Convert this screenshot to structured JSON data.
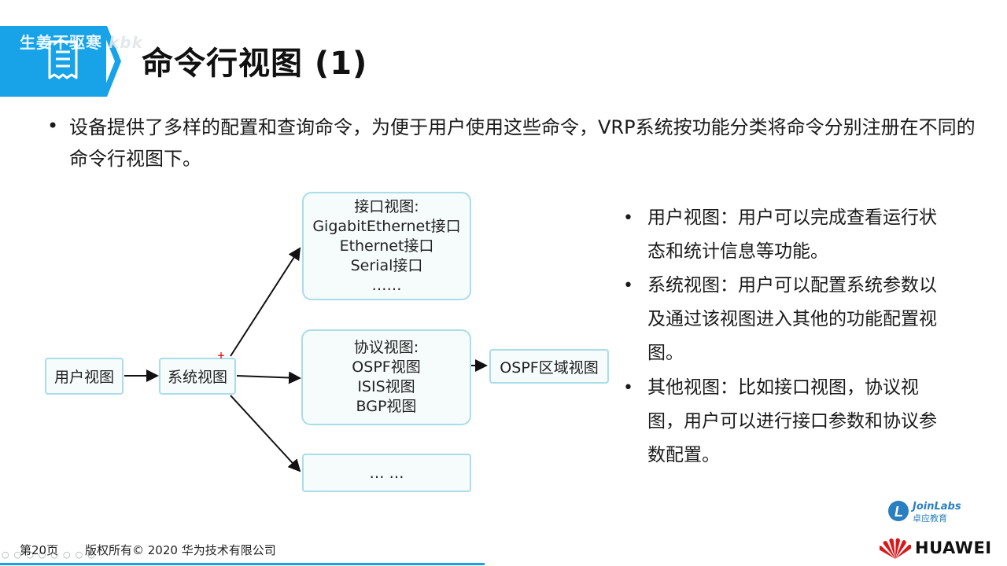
{
  "header": {
    "watermark": "生姜不驱寒",
    "watermark_extra": "kbk",
    "title": "命令行视图 (1)",
    "accent_color": "#18a3e8"
  },
  "intro": {
    "text": "设备提供了多样的配置和查询命令，为便于用户使用这些命令，VRP系统按功能分类将命令分别注册在不同的命令行视图下。"
  },
  "diagram": {
    "user_view": "用户视图",
    "system_view": "系统视图",
    "interface_view": {
      "lines": [
        "接口视图:",
        "GigabitEthernet接口",
        "Ethernet接口",
        "Serial接口",
        "……"
      ]
    },
    "protocol_view": {
      "lines": [
        "协议视图:",
        "OSPF视图",
        "ISIS视图",
        "BGP视图"
      ]
    },
    "more_view": "… …",
    "ospf_area_view": "OSPF区域视图",
    "box_border_color": "#a9dde8"
  },
  "bullets": [
    "用户视图：用户可以完成查看运行状态和统计信息等功能。",
    "系统视图：用户可以配置系统参数以及通过该视图进入其他的功能配置视图。",
    "其他视图：比如接口视图，协议视图，用户可以进行接口参数和协议参数配置。"
  ],
  "footer": {
    "page": "第20页",
    "copyright": "版权所有© 2020 华为技术有限公司",
    "joinlabs_name": "JoinLabs",
    "joinlabs_sub": "卓应教育",
    "huawei": "HUAWEI"
  }
}
